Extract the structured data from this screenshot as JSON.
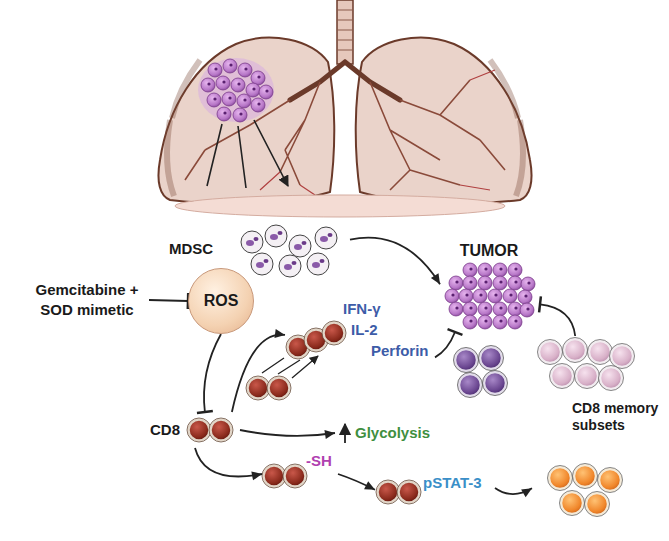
{
  "diagram": {
    "nodes": [
      {
        "text": [
          "MDSC"
        ]
      },
      {
        "text": [
          "TUMOR"
        ]
      },
      {
        "text": [
          "Gemcitabine + SOD mimetic"
        ]
      },
      {
        "text": [
          "ROS"
        ]
      },
      {
        "text": [
          "CD8"
        ]
      },
      {
        "text": [
          "IFN-γ",
          "IL-2",
          "Perforin"
        ]
      },
      {
        "text": [
          "Glycolysis"
        ]
      },
      {
        "text": [
          "-SH"
        ]
      },
      {
        "text": [
          "pSTAT-3"
        ]
      },
      {
        "text": [
          "CD8 memory subsets"
        ]
      }
    ],
    "edges": [
      {
        "from": 0,
        "to": 1,
        "arrow": "to"
      },
      {
        "from": 2,
        "to": 3,
        "arrow": "to"
      },
      {
        "from": 3,
        "to": 4,
        "arrow": "to"
      },
      {
        "from": 4,
        "to": 5,
        "arrow": "to"
      },
      {
        "from": 4,
        "to": 6,
        "arrow": "to"
      },
      {
        "from": 4,
        "to": 7,
        "arrow": "to"
      },
      {
        "from": 7,
        "to": 8,
        "arrow": "to"
      },
      {
        "from": 8,
        "to": 9,
        "arrow": "to"
      },
      {
        "from": 5,
        "to": 1,
        "arrow": "to"
      },
      {
        "from": 9,
        "to": 1,
        "arrow": "to"
      }
    ]
  }
}
